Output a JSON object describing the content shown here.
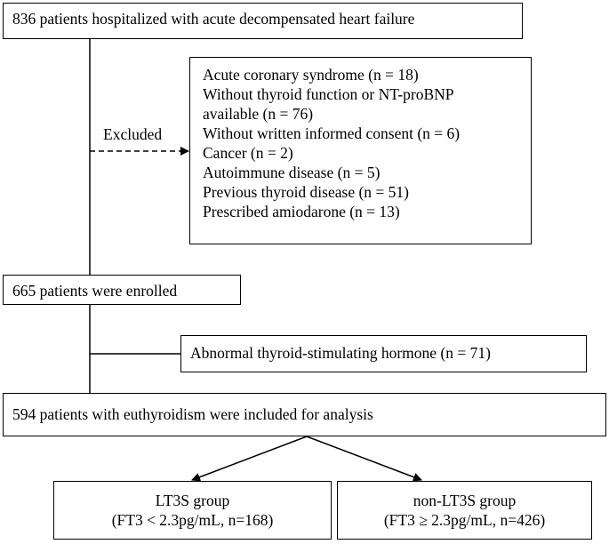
{
  "flow": {
    "top": "836 patients hospitalized with acute decompensated heart failure",
    "excluded_label": "Excluded",
    "exclusions": [
      "Acute coronary syndrome (n = 18)",
      "Without thyroid function or NT-proBNP",
      "available (n = 76)",
      "Without written informed consent (n = 6)",
      "Cancer (n = 2)",
      "Autoimmune disease (n = 5)",
      "Previous thyroid disease (n = 51)",
      "Prescribed amiodarone (n = 13)"
    ],
    "enrolled": "665 patients were enrolled",
    "abnormal": "Abnormal thyroid-stimulating hormone (n = 71)",
    "analysis": "594 patients with euthyroidism were included for analysis",
    "groups": [
      {
        "name": "LT3S group",
        "detail": "(FT3 < 2.3pg/mL, n=168)"
      },
      {
        "name": "non-LT3S group",
        "detail": "(FT3 ≥ 2.3pg/mL, n=426)"
      }
    ]
  }
}
